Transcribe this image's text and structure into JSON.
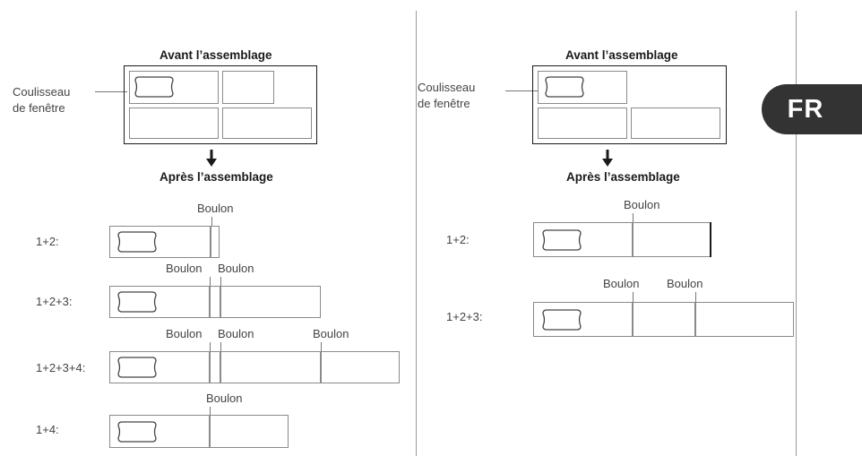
{
  "language_tab": "FR",
  "colors": {
    "tab_bg": "#333333",
    "line": "#1a1a1a",
    "box_border": "#8a8a8a"
  },
  "left": {
    "before_title": "Avant l’assemblage",
    "after_title": "Après l’assemblage",
    "window_slide_label_line1": "Coulisseau",
    "window_slide_label_line2": "de fenêtre",
    "rows": [
      {
        "label": "1+2:",
        "bolts": [
          "Boulon"
        ]
      },
      {
        "label": "1+2+3:",
        "bolts": [
          "Boulon",
          "Boulon"
        ]
      },
      {
        "label": "1+2+3+4:",
        "bolts": [
          "Boulon",
          "Boulon",
          "Boulon"
        ]
      },
      {
        "label": "1+4:",
        "bolts": [
          "Boulon"
        ]
      }
    ]
  },
  "right": {
    "before_title": "Avant l’assemblage",
    "after_title": "Après l’assemblage",
    "window_slide_label_line1": "Coulisseau",
    "window_slide_label_line2": "de fenêtre",
    "rows": [
      {
        "label": "1+2:",
        "bolts": [
          "Boulon"
        ]
      },
      {
        "label": "1+2+3:",
        "bolts": [
          "Boulon",
          "Boulon"
        ]
      }
    ]
  },
  "icons": [
    "arrow-down-icon",
    "window-handle-icon"
  ]
}
